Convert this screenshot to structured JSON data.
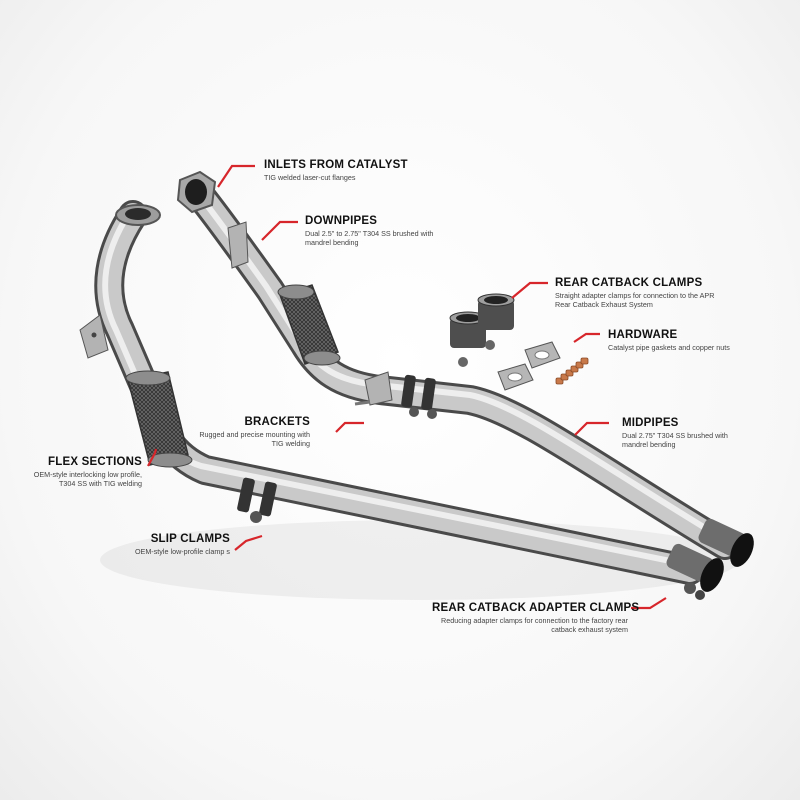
{
  "accent_color": "#d7262b",
  "callouts": {
    "inlets": {
      "title": "INLETS FROM CATALYST",
      "desc": "TIG welded laser-cut flanges"
    },
    "downpipes": {
      "title": "DOWNPIPES",
      "desc": "Dual 2.5\" to 2.75\" T304 SS brushed with mandrel bending"
    },
    "rear_catback_clamps": {
      "title": "REAR CATBACK CLAMPS",
      "desc": "Straight adapter clamps for connection to the APR Rear Catback Exhaust System"
    },
    "hardware": {
      "title": "HARDWARE",
      "desc": "Catalyst pipe gaskets and copper nuts"
    },
    "brackets": {
      "title": "BRACKETS",
      "desc": "Rugged and precise mounting with TIG welding"
    },
    "midpipes": {
      "title": "MIDPIPES",
      "desc": "Dual 2.75\" T304 SS brushed with mandrel bending"
    },
    "flex": {
      "title": "FLEX SECTIONS",
      "desc": "OEM-style interlocking low profile, T304 SS with TIG welding"
    },
    "slip": {
      "title": "SLIP CLAMPS",
      "desc": "OEM-style low-profile clamp s"
    },
    "adapter": {
      "title": "REAR CATBACK ADAPTER CLAMPS",
      "desc": "Reducing adapter clamps for connection to the factory rear catback exhaust system"
    }
  }
}
